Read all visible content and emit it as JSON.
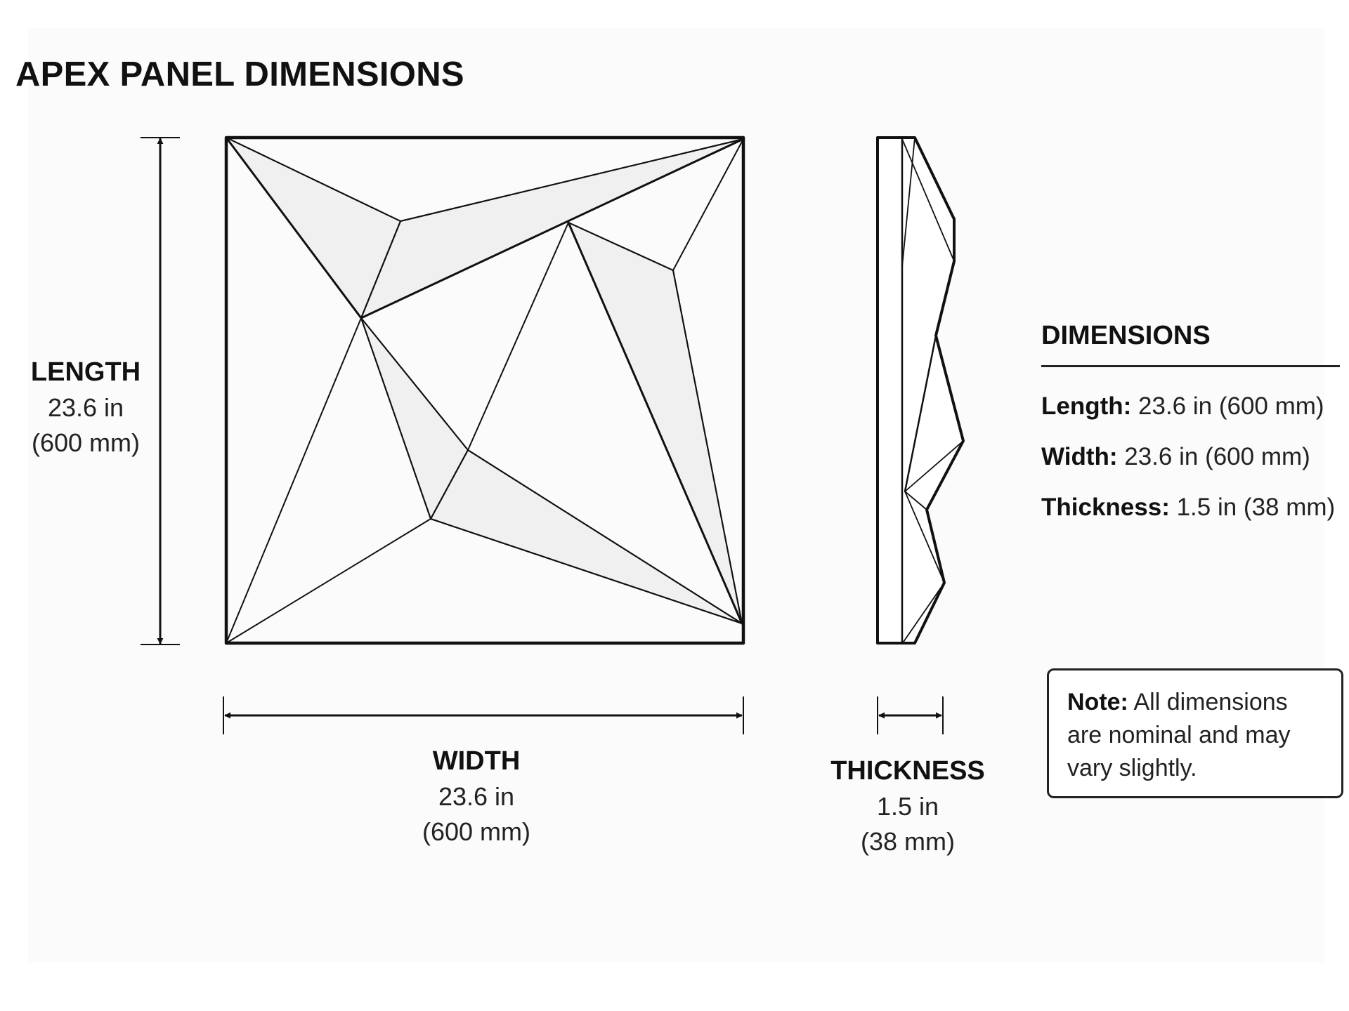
{
  "title": "APEX PANEL DIMENSIONS",
  "length": {
    "name": "LENGTH",
    "inches": "23.6 in",
    "mm": "(600 mm)"
  },
  "width": {
    "name": "WIDTH",
    "inches": "23.6 in",
    "mm": "(600 mm)"
  },
  "thickness": {
    "name": "THICKNESS",
    "inches": "1.5 in",
    "mm": "(38 mm)"
  },
  "specs": {
    "title": "DIMENSIONS",
    "rows": [
      {
        "key": "Length:",
        "value": " 23.6 in (600 mm)"
      },
      {
        "key": "Width:",
        "value": " 23.6 in (600 mm)"
      },
      {
        "key": "Thickness:",
        "value": " 1.5 in (38 mm)"
      }
    ]
  },
  "note": {
    "key": "Note:",
    "text": " All dimensions are nominal and may vary slightly."
  }
}
